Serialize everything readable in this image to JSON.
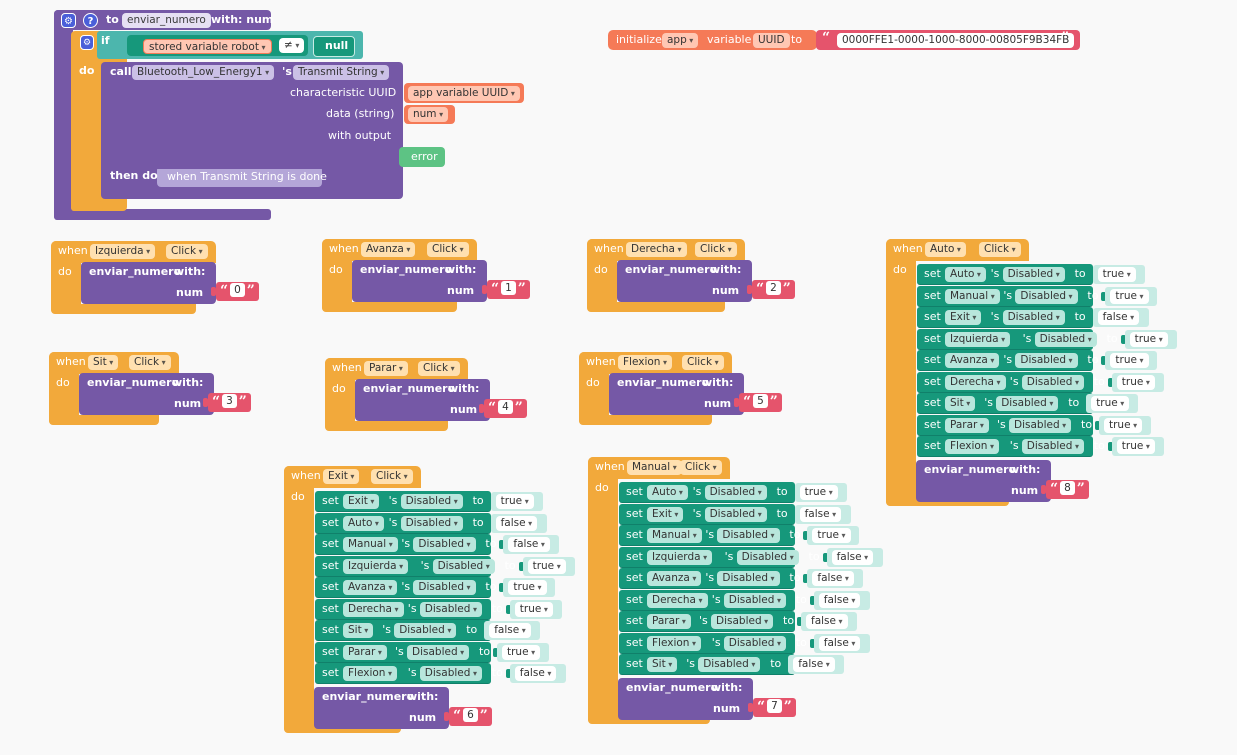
{
  "colors": {
    "event": "#f2a93b",
    "proc": "#7558a6",
    "set": "#16987b",
    "bool": "#c7ebe4",
    "text": "#e5546c",
    "ifblk": "#4cb6ad",
    "global": "#f57a57",
    "error": "#5dc384",
    "done": "#b4a6d8"
  },
  "procedure": {
    "to": "to",
    "name": "enviar_numero",
    "with_label": "with:",
    "param": "num",
    "if": "if",
    "do": "do",
    "stored": "stored variable robot",
    "neq": "≠",
    "null": "null",
    "call": "call",
    "component": "Bluetooth_Low_Energy1",
    "method_sep": "'s",
    "method": "Transmit String",
    "characteristic": "characteristic UUID",
    "characteristic_value": "app variable UUID",
    "data": "data (string)",
    "data_value": "num",
    "with_output": "with output",
    "error": "error",
    "then_do": "then do",
    "then_event": "when Transmit String is done",
    "gear_icon": "gear-icon",
    "help_icon": "help-icon"
  },
  "init": {
    "initialize": "initialize",
    "scope": "app",
    "variable": "variable",
    "name": "UUID",
    "to": "to",
    "value": "0000FFE1-0000-1000-8000-00805F9B34FB"
  },
  "labels": {
    "when": "when",
    "do": "do",
    "set": "set",
    "sep": "'s",
    "prop": "Disabled",
    "to": "to",
    "call_name": "enviar_numero",
    "with": "with:",
    "num": "num",
    "open_quote": "“",
    "close_quote": "”"
  },
  "events": [
    {
      "component": "Izquierda",
      "event": "Click",
      "num": "0"
    },
    {
      "component": "Avanza",
      "event": "Click",
      "num": "1"
    },
    {
      "component": "Derecha",
      "event": "Click",
      "num": "2"
    },
    {
      "component": "Sit",
      "event": "Click",
      "num": "3"
    },
    {
      "component": "Parar",
      "event": "Click",
      "num": "4"
    },
    {
      "component": "Flexion",
      "event": "Click",
      "num": "5"
    },
    {
      "component": "Auto",
      "event": "Click",
      "num": "8",
      "sets": [
        {
          "comp": "Auto",
          "val": "true"
        },
        {
          "comp": "Manual",
          "val": "true"
        },
        {
          "comp": "Exit",
          "val": "false"
        },
        {
          "comp": "Izquierda",
          "val": "true"
        },
        {
          "comp": "Avanza",
          "val": "true"
        },
        {
          "comp": "Derecha",
          "val": "true"
        },
        {
          "comp": "Sit",
          "val": "true"
        },
        {
          "comp": "Parar",
          "val": "true"
        },
        {
          "comp": "Flexion",
          "val": "true"
        }
      ]
    },
    {
      "component": "Exit",
      "event": "Click",
      "num": "6",
      "sets": [
        {
          "comp": "Exit",
          "val": "true"
        },
        {
          "comp": "Auto",
          "val": "false"
        },
        {
          "comp": "Manual",
          "val": "false"
        },
        {
          "comp": "Izquierda",
          "val": "true"
        },
        {
          "comp": "Avanza",
          "val": "true"
        },
        {
          "comp": "Derecha",
          "val": "true"
        },
        {
          "comp": "Sit",
          "val": "false"
        },
        {
          "comp": "Parar",
          "val": "true"
        },
        {
          "comp": "Flexion",
          "val": "false"
        }
      ]
    },
    {
      "component": "Manual",
      "event": "Click",
      "num": "7",
      "sets": [
        {
          "comp": "Auto",
          "val": "true"
        },
        {
          "comp": "Exit",
          "val": "false"
        },
        {
          "comp": "Manual",
          "val": "true"
        },
        {
          "comp": "Izquierda",
          "val": "false"
        },
        {
          "comp": "Avanza",
          "val": "false"
        },
        {
          "comp": "Derecha",
          "val": "false"
        },
        {
          "comp": "Parar",
          "val": "false"
        },
        {
          "comp": "Flexion",
          "val": "false"
        },
        {
          "comp": "Sit",
          "val": "false"
        }
      ]
    }
  ]
}
